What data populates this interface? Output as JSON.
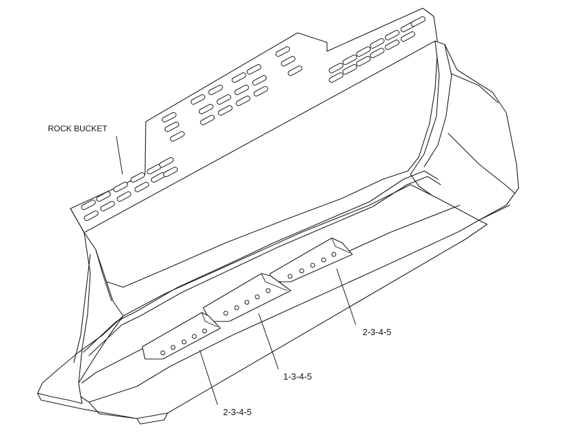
{
  "diagram": {
    "main_label": "ROCK BUCKET",
    "callouts": [
      {
        "id": "right-plate",
        "text": "2-3-4-5"
      },
      {
        "id": "center-plate",
        "text": "1-3-4-5"
      },
      {
        "id": "left-plate",
        "text": "2-3-4-5"
      }
    ]
  }
}
